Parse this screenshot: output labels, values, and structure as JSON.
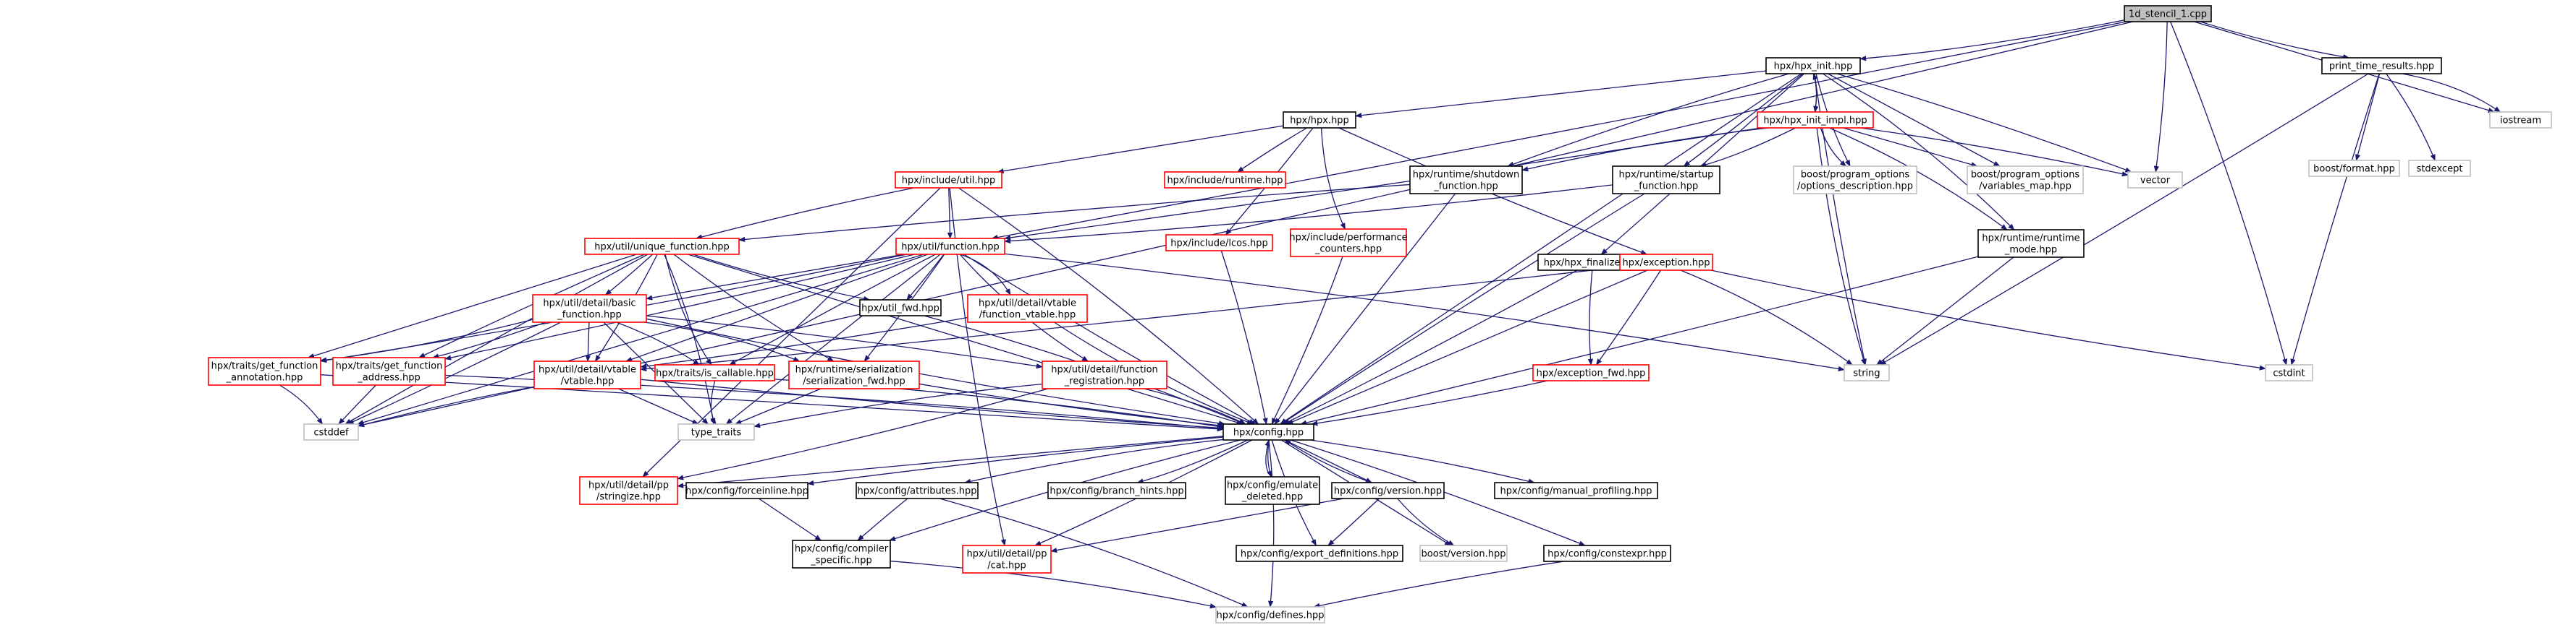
{
  "graph": {
    "colors": {
      "edge": "#191970",
      "border_black": "#000000",
      "border_red": "#ff0000",
      "border_gray": "#bfbfbf",
      "root_fill": "#bfbfbf",
      "fill": "#ffffff"
    },
    "nodes": [
      {
        "id": "root",
        "lines": [
          "1d_stencil_1.cpp"
        ],
        "kind": "root"
      },
      {
        "id": "hpx_init",
        "lines": [
          "hpx/hpx_init.hpp"
        ],
        "kind": "black"
      },
      {
        "id": "print_time",
        "lines": [
          "print_time_results.hpp"
        ],
        "kind": "black"
      },
      {
        "id": "hpx_hpp",
        "lines": [
          "hpx/hpx.hpp"
        ],
        "kind": "black"
      },
      {
        "id": "hpx_init_impl",
        "lines": [
          "hpx/hpx_init_impl.hpp"
        ],
        "kind": "red"
      },
      {
        "id": "boost_format",
        "lines": [
          "boost/format.hpp"
        ],
        "kind": "gray"
      },
      {
        "id": "stdexcept",
        "lines": [
          "stdexcept"
        ],
        "kind": "gray"
      },
      {
        "id": "iostream",
        "lines": [
          "iostream"
        ],
        "kind": "gray"
      },
      {
        "id": "include_util",
        "lines": [
          "hpx/include/util.hpp"
        ],
        "kind": "red"
      },
      {
        "id": "include_runtime",
        "lines": [
          "hpx/include/runtime.hpp"
        ],
        "kind": "red"
      },
      {
        "id": "rt_shutdown",
        "lines": [
          "hpx/runtime/shutdown",
          "_function.hpp"
        ],
        "kind": "black"
      },
      {
        "id": "rt_startup",
        "lines": [
          "hpx/runtime/startup",
          "_function.hpp"
        ],
        "kind": "black"
      },
      {
        "id": "bpo_desc",
        "lines": [
          "boost/program_options",
          "/options_description.hpp"
        ],
        "kind": "gray"
      },
      {
        "id": "bpo_vmap",
        "lines": [
          "boost/program_options",
          "/variables_map.hpp"
        ],
        "kind": "gray"
      },
      {
        "id": "vector",
        "lines": [
          "vector"
        ],
        "kind": "gray"
      },
      {
        "id": "rt_mode",
        "lines": [
          "hpx/runtime/runtime",
          "_mode.hpp"
        ],
        "kind": "black"
      },
      {
        "id": "include_lcos",
        "lines": [
          "hpx/include/lcos.hpp"
        ],
        "kind": "red"
      },
      {
        "id": "include_perf",
        "lines": [
          "hpx/include/performance",
          "_counters.hpp"
        ],
        "kind": "red"
      },
      {
        "id": "unique_function",
        "lines": [
          "hpx/util/unique_function.hpp"
        ],
        "kind": "red"
      },
      {
        "id": "util_function",
        "lines": [
          "hpx/util/function.hpp"
        ],
        "kind": "red"
      },
      {
        "id": "hpx_finalize",
        "lines": [
          "hpx/hpx_finalize.hpp"
        ],
        "kind": "black"
      },
      {
        "id": "exception",
        "lines": [
          "hpx/exception.hpp"
        ],
        "kind": "red"
      },
      {
        "id": "basic_function",
        "lines": [
          "hpx/util/detail/basic",
          "_function.hpp"
        ],
        "kind": "red"
      },
      {
        "id": "util_fwd",
        "lines": [
          "hpx/util_fwd.hpp"
        ],
        "kind": "black"
      },
      {
        "id": "vtable_stable",
        "lines": [
          "hpx/util/detail/vtable",
          "/function_vtable.hpp"
        ],
        "kind": "red"
      },
      {
        "id": "string",
        "lines": [
          "string"
        ],
        "kind": "gray"
      },
      {
        "id": "cstdint",
        "lines": [
          "cstdint"
        ],
        "kind": "gray"
      },
      {
        "id": "get_fn_annotation",
        "lines": [
          "hpx/traits/get_function",
          "_annotation.hpp"
        ],
        "kind": "red"
      },
      {
        "id": "get_fn_address",
        "lines": [
          "hpx/traits/get_function",
          "_address.hpp"
        ],
        "kind": "red"
      },
      {
        "id": "vtable",
        "lines": [
          "hpx/util/detail/vtable",
          "/vtable.hpp"
        ],
        "kind": "red"
      },
      {
        "id": "is_callable",
        "lines": [
          "hpx/traits/is_callable.hpp"
        ],
        "kind": "red"
      },
      {
        "id": "serialization_fwd",
        "lines": [
          "hpx/runtime/serialization",
          "/serialization_fwd.hpp"
        ],
        "kind": "red"
      },
      {
        "id": "fn_registration",
        "lines": [
          "hpx/util/detail/function",
          "_registration.hpp"
        ],
        "kind": "red"
      },
      {
        "id": "exception_fwd",
        "lines": [
          "hpx/exception_fwd.hpp"
        ],
        "kind": "red"
      },
      {
        "id": "cstddef",
        "lines": [
          "cstddef"
        ],
        "kind": "gray"
      },
      {
        "id": "type_traits",
        "lines": [
          "type_traits"
        ],
        "kind": "gray"
      },
      {
        "id": "config",
        "lines": [
          "hpx/config.hpp"
        ],
        "kind": "black"
      },
      {
        "id": "pp_stringize",
        "lines": [
          "hpx/util/detail/pp",
          "/stringize.hpp"
        ],
        "kind": "red"
      },
      {
        "id": "forceinline",
        "lines": [
          "hpx/config/forceinline.hpp"
        ],
        "kind": "black"
      },
      {
        "id": "attributes",
        "lines": [
          "hpx/config/attributes.hpp"
        ],
        "kind": "black"
      },
      {
        "id": "branch_hints",
        "lines": [
          "hpx/config/branch_hints.hpp"
        ],
        "kind": "black"
      },
      {
        "id": "emulate_deleted",
        "lines": [
          "hpx/config/emulate",
          "_deleted.hpp"
        ],
        "kind": "black"
      },
      {
        "id": "cfg_version",
        "lines": [
          "hpx/config/version.hpp"
        ],
        "kind": "black"
      },
      {
        "id": "manual_profiling",
        "lines": [
          "hpx/config/manual_profiling.hpp"
        ],
        "kind": "black"
      },
      {
        "id": "compiler_specific",
        "lines": [
          "hpx/config/compiler",
          "_specific.hpp"
        ],
        "kind": "black"
      },
      {
        "id": "pp_cat",
        "lines": [
          "hpx/util/detail/pp",
          "/cat.hpp"
        ],
        "kind": "red"
      },
      {
        "id": "export_defs",
        "lines": [
          "hpx/config/export_definitions.hpp"
        ],
        "kind": "black"
      },
      {
        "id": "boost_version",
        "lines": [
          "boost/version.hpp"
        ],
        "kind": "gray"
      },
      {
        "id": "constexpr",
        "lines": [
          "hpx/config/constexpr.hpp"
        ],
        "kind": "black"
      },
      {
        "id": "defines",
        "lines": [
          "hpx/config/defines.hpp"
        ],
        "kind": "gray"
      }
    ]
  }
}
